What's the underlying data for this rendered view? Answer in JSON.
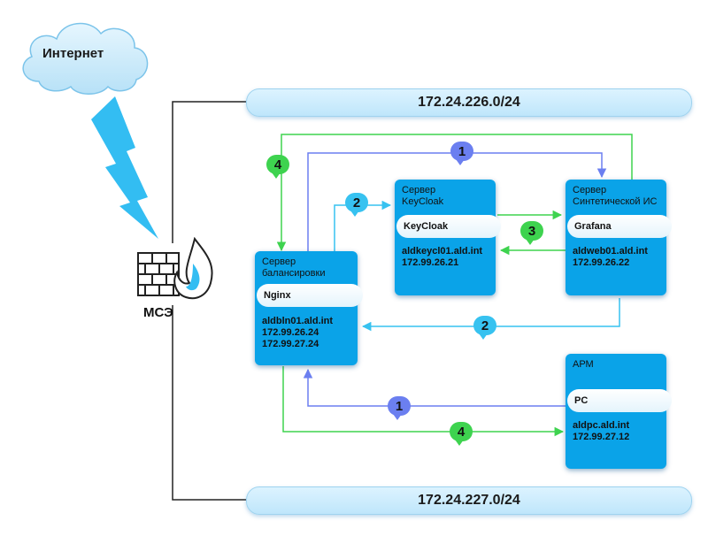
{
  "cloud": {
    "label": "Интернет"
  },
  "firewall": {
    "label": "МСЭ"
  },
  "networks": {
    "top": "172.24.226.0/24",
    "bottom": "172.24.227.0/24"
  },
  "servers": {
    "balancer": {
      "title_line1": "Сервер",
      "title_line2": "балансировки",
      "service": "Nginx",
      "host": "aldbln01.ald.int",
      "ip1": "172.99.26.24",
      "ip2": "172.99.27.24"
    },
    "keycloak": {
      "title_line1": "Сервер",
      "title_line2": "KeyCloak",
      "service": "KeyCloak",
      "host": "aldkeycl01.ald.int",
      "ip1": "172.99.26.21"
    },
    "synthetic": {
      "title_line1": "Сервер",
      "title_line2": "Синтетической ИС",
      "service": "Grafana",
      "host": "aldweb01.ald.int",
      "ip1": "172.99.26.22"
    },
    "arm": {
      "title_line1": "АРМ",
      "service": "PC",
      "host": "aldpc.ald.int",
      "ip1": "172.99.27.12"
    }
  },
  "steps": {
    "top_blue": "1",
    "left_green": "4",
    "cyan_to_keycloak": "2",
    "green_between": "3",
    "cyan_return": "2",
    "bottom_blue": "1",
    "bottom_green": "4"
  },
  "colors": {
    "blue": "#6b7ff0",
    "cyan": "#37c2f0",
    "green": "#3ed34f",
    "server": "#0aa3e8"
  },
  "icons": [
    "cloud-icon",
    "lightning-icon",
    "firewall-icon"
  ]
}
